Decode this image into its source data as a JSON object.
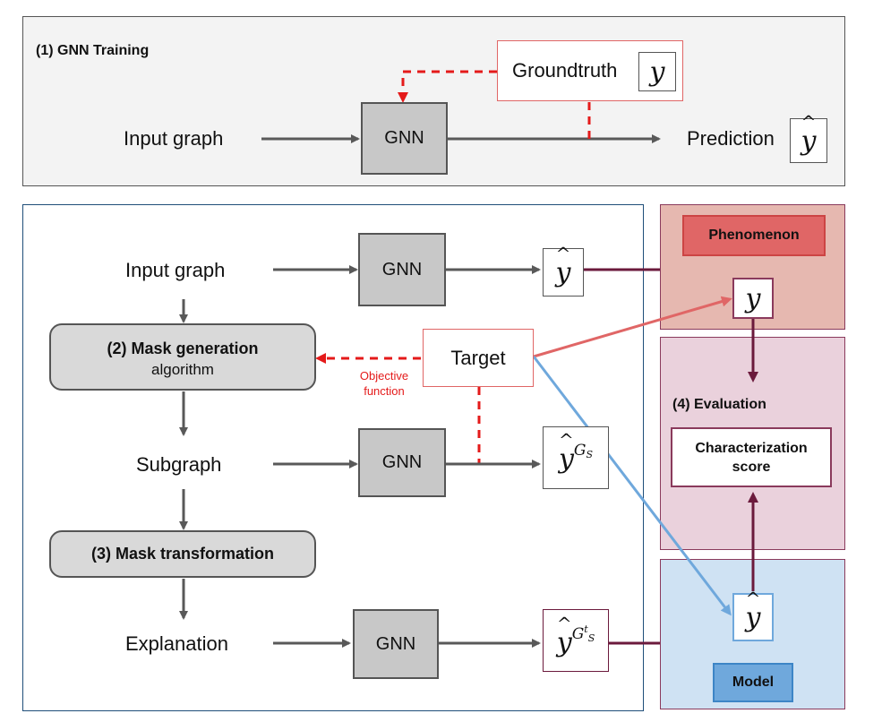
{
  "training": {
    "title": "(1) GNN Training",
    "input_label": "Input graph",
    "gnn_label": "GNN",
    "groundtruth_label": "Groundtruth",
    "groundtruth_symbol": "y",
    "prediction_label": "Prediction",
    "prediction_symbol": "y"
  },
  "pipeline": {
    "input_label": "Input graph",
    "mask_generation_title": "(2) Mask generation",
    "mask_generation_sub": "algorithm",
    "subgraph_label": "Subgraph",
    "mask_transformation_title": "(3) Mask transformation",
    "explanation_label": "Explanation",
    "gnn_label": "GNN",
    "target_label": "Target",
    "objective_line1": "Objective",
    "objective_line2": "function",
    "yhat_symbol": "y",
    "yhat_gs_base": "y",
    "yhat_gs_sup": "G",
    "yhat_gs_sub": "S",
    "yhat_gst_sup_t": "t"
  },
  "phenomenon": {
    "tag": "Phenomenon",
    "symbol": "y"
  },
  "evaluation": {
    "title": "(4) Evaluation",
    "score_line1": "Characterization",
    "score_line2": "score"
  },
  "model": {
    "tag": "Model",
    "symbol": "y"
  },
  "colors": {
    "red": "#e41a1a",
    "dark_arrow": "#595959",
    "maroon": "#6b1a3c",
    "salmon": "#e06666",
    "blue": "#6fa8dc"
  }
}
